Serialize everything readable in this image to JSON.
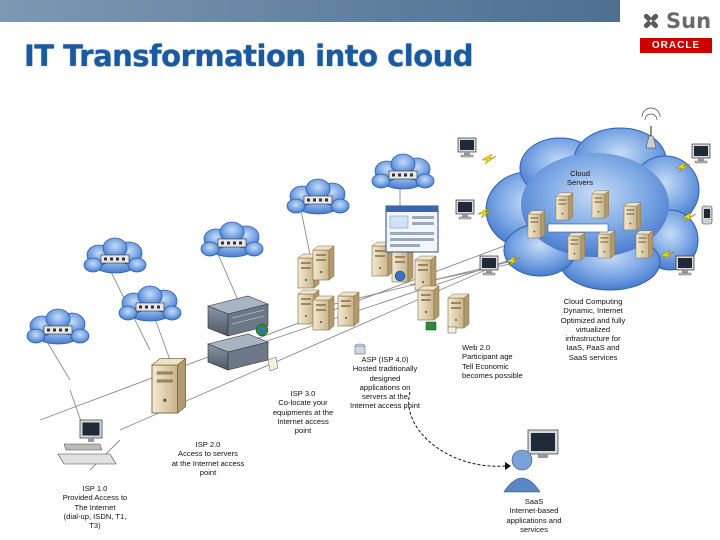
{
  "title": "IT Transformation into cloud",
  "logo": {
    "sun": "Sun",
    "oracle": "ORACLE"
  },
  "labels": {
    "cloud_servers": "Cloud\nServers",
    "cloud_computing": "Cloud Computing\nDynamic, Internet\nOptimized and fully\nvirtualized\ninfrastructure for\nIaaS, PaaS and\nSaaS services",
    "web20": "Web 2.0\nParticipant age\nTell Economic\nbecomes possible",
    "asp": "ASP (ISP 4.0)\nHosted traditionally\ndesigned\napplications on\nservers at the\nInternet access point",
    "isp30": "ISP 3.0\nCo-locate your\nequipments at the\nInternet access\npoint",
    "isp20": "ISP 2.0\nAccess to servers\nat the Internet access\npoint",
    "isp10": "ISP 1.0\nProvided Access to\nThe Internet\n(dial-up, ISDN, T1,\nT3)",
    "saas": "SaaS\nInternet-based\napplications and\nservices"
  },
  "colors": {
    "title": "#1a5aa0",
    "cloud": "#4f86d8",
    "cloud_light": "#a8c8f0",
    "lightning": "#f4e000",
    "oracle_red": "#cc0000"
  }
}
